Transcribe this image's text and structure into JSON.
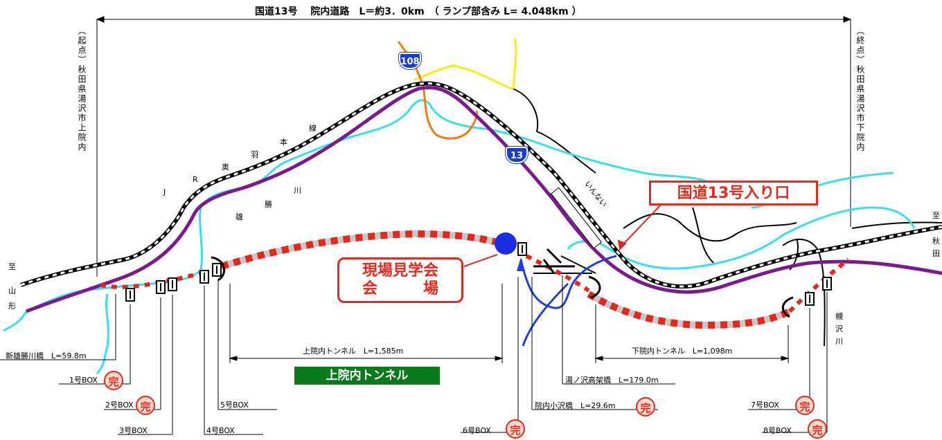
{
  "header": {
    "title": "国道13号　 院内道路　L＝約3．0km　（ ランプ部含み L= 4.048km ）"
  },
  "endpoints": {
    "start_label": "（起点）秋田県湯沢市上院内",
    "end_label": "（終点）秋田県湯沢市下院内"
  },
  "directions": {
    "left_1": "至",
    "left_2": "山",
    "left_3": "形",
    "right_1": "至",
    "right_2": "秋",
    "right_3": "田"
  },
  "features": {
    "jr_chars": [
      "J",
      "R",
      "奥",
      "羽",
      "本",
      "線"
    ],
    "river_chars": [
      "雄",
      "勝",
      "川"
    ],
    "river_right_chars": [
      "槻",
      "沢",
      "川"
    ],
    "station_label": "いんない",
    "route_108": "108",
    "route_13": "13"
  },
  "callouts": {
    "entrance": "国道13号入り口",
    "site_line1": "現場見学会",
    "site_line2": "会　　　場"
  },
  "tunnels": {
    "upper_label": "上院内トンネル　L=1,585m",
    "upper_badge": "上院内トンネル",
    "lower_label": "下院内トンネル　L=1,098m"
  },
  "structures": {
    "bridge_left": "新雄勝川橋　L=59.8m",
    "box1": "1号BOX",
    "box2": "2号BOX",
    "box3": "3号BOX",
    "box4": "4号BOX",
    "box5": "5号BOX",
    "box6": "6号BOX",
    "box7": "7号BOX",
    "box8": "8号BOX",
    "bridge_innai": "院内小沢橋　L=29.6m",
    "viaduct": "湯ノ沢高架橋　L=179.0m",
    "done_mark": "完"
  },
  "colors": {
    "national_route": "#7b1a8c",
    "new_road": "#e5281e",
    "river": "#35e0e8",
    "route_108": "#f07a14",
    "yellow_road": "#f4ee14",
    "ramp": "#1e3fd6",
    "railway": "#000000",
    "tunnel_badge": "#0b7a1b"
  }
}
